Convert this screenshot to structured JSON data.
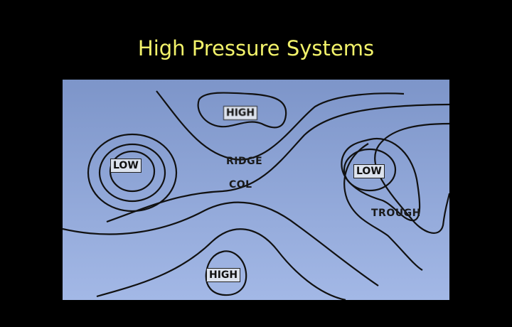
{
  "title": "High Pressure Systems",
  "labels": {
    "high_top": "HIGH",
    "high_bottom": "HIGH",
    "low_left": "LOW",
    "low_right": "LOW",
    "ridge": "RIDGE",
    "col": "COL",
    "trough": "TROUGH"
  },
  "colors": {
    "background": "#000000",
    "title": "#f2f26a",
    "map_top": "#7d95c9",
    "map_bottom": "#a3b8e6",
    "isobar": "#111111"
  }
}
